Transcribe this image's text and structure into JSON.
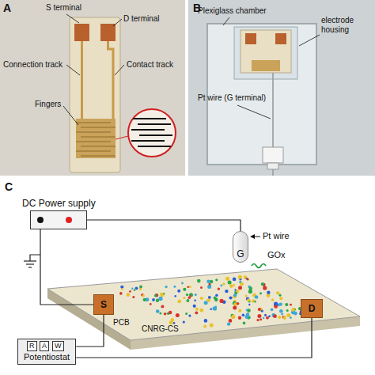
{
  "diagram": {
    "nodes": [
      {
        "text": [
          "DC Power supply"
        ]
      },
      {
        "text": [
          "G"
        ]
      },
      {
        "text": [
          "S"
        ]
      },
      {
        "text": [
          "D"
        ]
      },
      {
        "text": [
          "Potentiostat"
        ]
      }
    ],
    "edges": [
      {
        "from": 0,
        "to": 1,
        "arrow": "none"
      },
      {
        "from": 0,
        "to": 2,
        "arrow": "none"
      },
      {
        "from": 4,
        "to": 2,
        "arrow": "none"
      },
      {
        "from": 4,
        "to": 3,
        "arrow": "none"
      }
    ],
    "labels": [
      "A",
      "S terminal",
      "D terminal",
      "Connection track",
      "Contact track",
      "Fingers",
      "B",
      "Plexiglass chamber",
      "electrode housing",
      "Pt wire (G terminal)",
      "C",
      "Pt wire",
      "GOx",
      "PCB",
      "CNRG-CS",
      "R",
      "A",
      "W"
    ]
  }
}
